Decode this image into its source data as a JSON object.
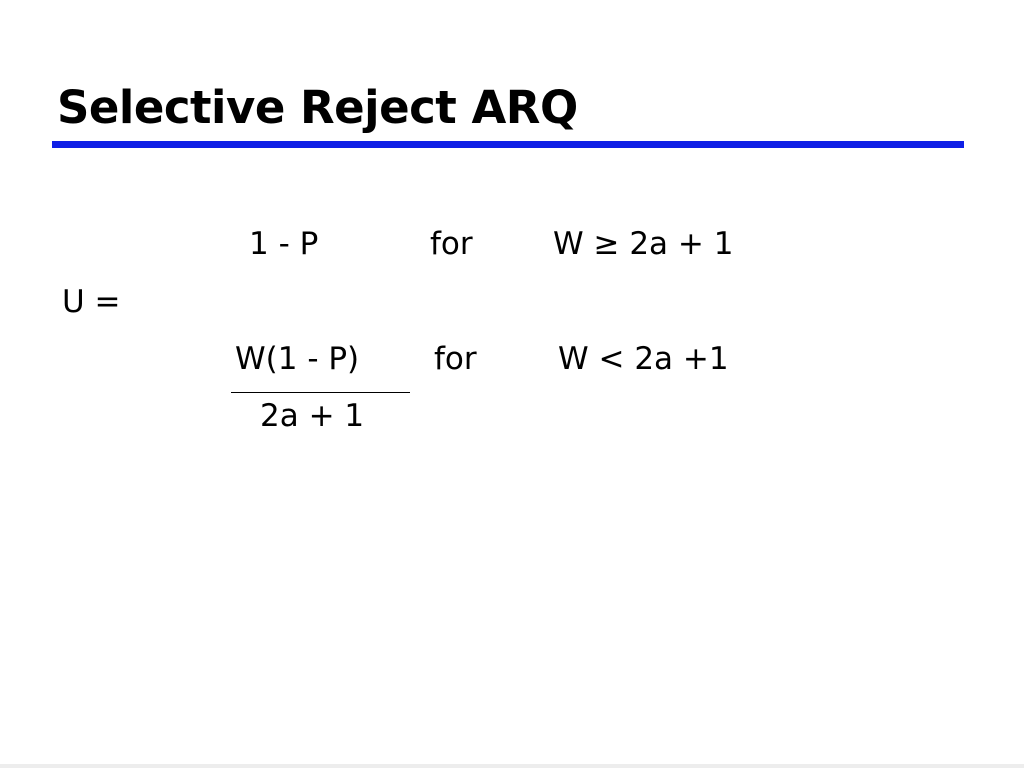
{
  "slide": {
    "title": "Selective Reject ARQ",
    "accent_color": "#0f1fe6"
  },
  "formula": {
    "lhs": "U =",
    "case1": {
      "expression": "1 - P",
      "keyword": "for",
      "condition": "W ≥ 2a + 1"
    },
    "case2": {
      "numerator": "W(1 - P)",
      "denominator": "2a + 1",
      "keyword": "for",
      "condition": "W < 2a +1"
    }
  }
}
